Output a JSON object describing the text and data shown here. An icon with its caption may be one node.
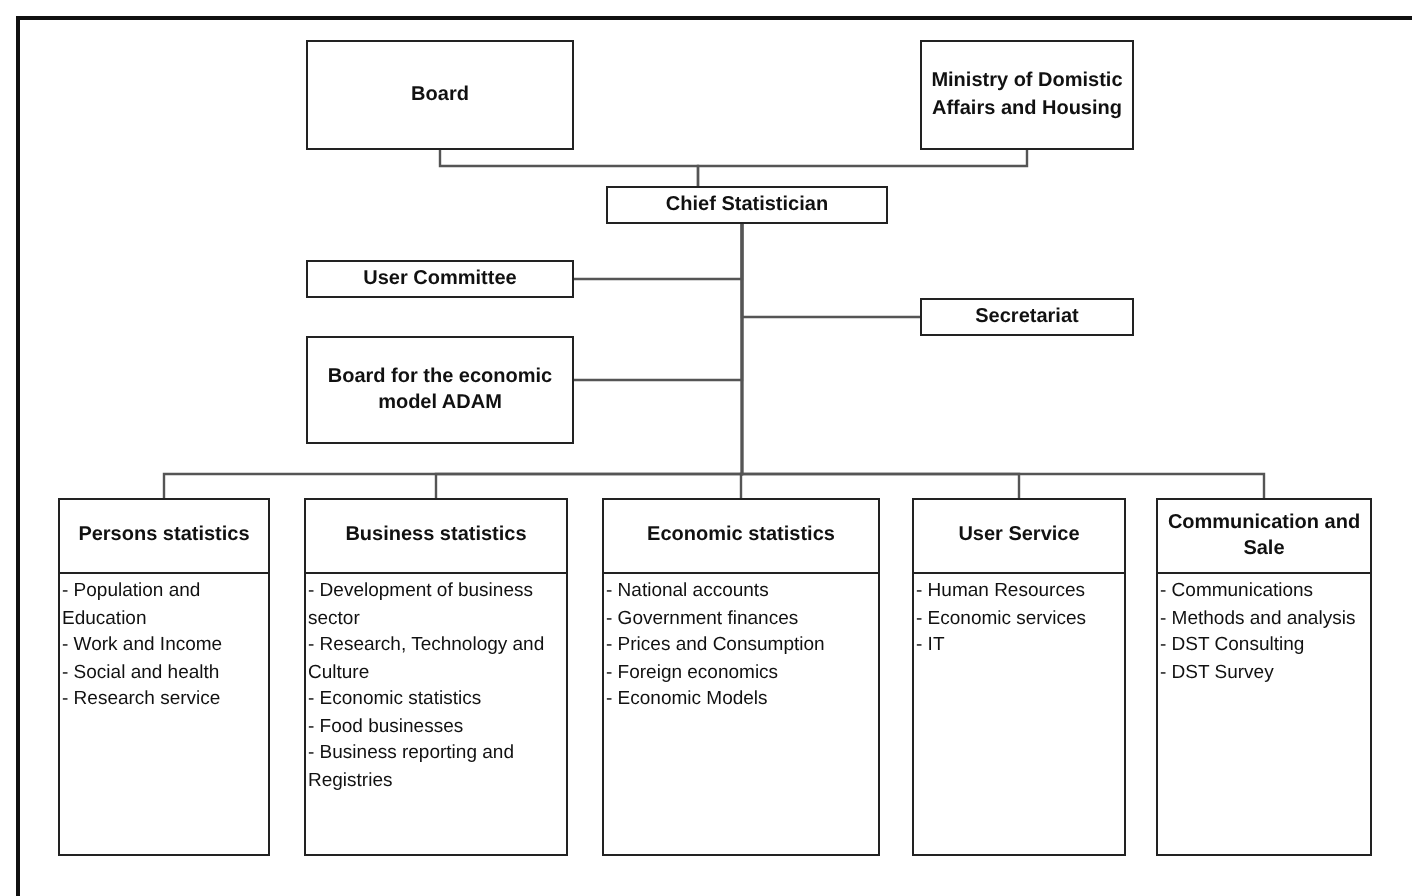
{
  "diagram": {
    "nodes": [
      {
        "text": [
          "Board"
        ]
      },
      {
        "text": [
          "Ministry of Domistic Affairs and Housing"
        ]
      },
      {
        "text": [
          "Chief Statistician"
        ]
      },
      {
        "text": [
          "User Committee"
        ]
      },
      {
        "text": [
          "Secretariat"
        ]
      },
      {
        "text": [
          "Board for the economic model ADAM"
        ]
      },
      {
        "text": [
          "Persons statistics",
          "- Population and Education",
          "- Work and Income",
          "- Social and health",
          "- Research service"
        ]
      },
      {
        "text": [
          "Business statistics",
          "- Development of business sector",
          "- Research, Technology and Culture",
          "- Economic statistics",
          "- Food businesses",
          "- Business reporting and Registries"
        ]
      },
      {
        "text": [
          "Economic statistics",
          "- National accounts",
          "- Government finances",
          "- Prices and Consumption",
          "- Foreign economics",
          "- Economic Models"
        ]
      },
      {
        "text": [
          "User Service",
          "- Human Resources",
          "- Economic services",
          "- IT"
        ]
      },
      {
        "text": [
          "Communication and Sale",
          "- Communications",
          "- Methods and analysis",
          "- DST Consulting",
          "- DST Survey"
        ]
      }
    ],
    "edges": [
      {
        "from": 0,
        "to": 2,
        "arrow": "none"
      },
      {
        "from": 1,
        "to": 2,
        "arrow": "none"
      },
      {
        "from": 2,
        "to": 3,
        "arrow": "none"
      },
      {
        "from": 2,
        "to": 4,
        "arrow": "none"
      },
      {
        "from": 2,
        "to": 5,
        "arrow": "none"
      },
      {
        "from": 2,
        "to": 6,
        "arrow": "none"
      },
      {
        "from": 2,
        "to": 7,
        "arrow": "none"
      },
      {
        "from": 2,
        "to": 8,
        "arrow": "none"
      },
      {
        "from": 2,
        "to": 9,
        "arrow": "none"
      },
      {
        "from": 2,
        "to": 10,
        "arrow": "none"
      }
    ]
  }
}
